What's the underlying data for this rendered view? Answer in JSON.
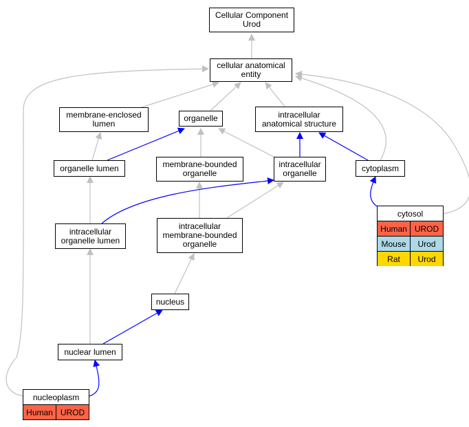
{
  "colors": {
    "grey_edge": "#c0c0c0",
    "blue_edge": "#0000ff",
    "human": "#ff6347",
    "mouse": "#add8e6",
    "rat": "#ffd700"
  },
  "nodes": {
    "root": "Cellular Component\nUrod",
    "cae": "cellular anatomical\nentity",
    "mel": "membrane-enclosed\nlumen",
    "organelle": "organelle",
    "ias": "intracellular\nanatomical structure",
    "olumen": "organelle lumen",
    "mbo": "membrane-bounded\norganelle",
    "io": "intracellular\norganelle",
    "cytoplasm": "cytoplasm",
    "iol": "intracellular\norganelle lumen",
    "imbo": "intracellular\nmembrane-bounded\norganelle",
    "nucleus": "nucleus",
    "nlumen": "nuclear lumen"
  },
  "cytosol": {
    "title": "cytosol",
    "rows": [
      {
        "species": "Human",
        "gene": "UROD",
        "color": "#ff6347"
      },
      {
        "species": "Mouse",
        "gene": "Urod",
        "color": "#add8e6"
      },
      {
        "species": "Rat",
        "gene": "Urod",
        "color": "#ffd700"
      }
    ]
  },
  "nucleoplasm": {
    "title": "nucleoplasm",
    "rows": [
      {
        "species": "Human",
        "gene": "UROD",
        "color": "#ff6347"
      }
    ]
  }
}
